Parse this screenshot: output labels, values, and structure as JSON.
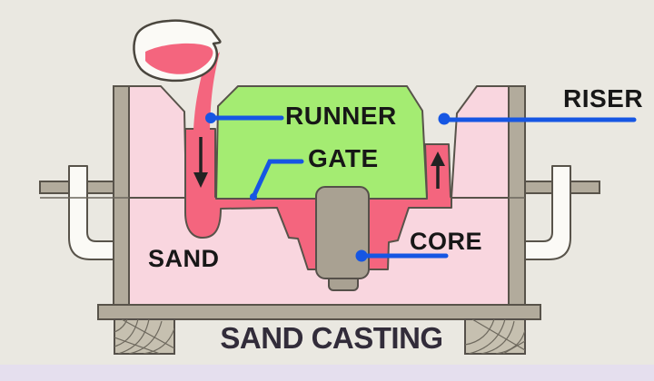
{
  "title": "SAND CASTING",
  "labels": {
    "runner": "RUNNER",
    "gate": "GATE",
    "riser": "RISER",
    "core": "CORE",
    "sand": "SAND"
  },
  "colors": {
    "background": "#eae8e1",
    "bottom_band": "#e5dfee",
    "sand_pink": "#f9d6df",
    "molten_metal_pink": "#f4657e",
    "pattern_green": "#a4ec72",
    "flask_gray": "#b2ab9c",
    "core_gray": "#a9a192",
    "wood_tan": "#c6c0b0",
    "outline_dark": "#58534a",
    "pointer_blue": "#1656e3",
    "label_text": "#171717",
    "title_text": "#322c3a"
  }
}
